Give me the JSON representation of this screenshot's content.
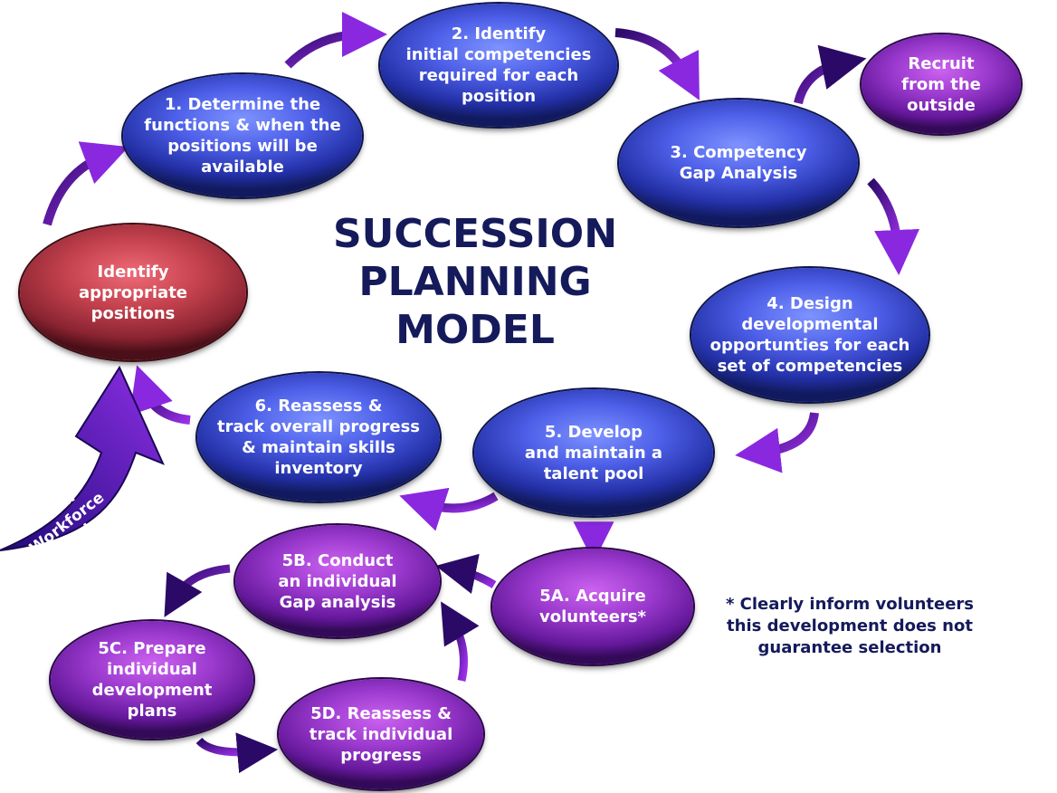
{
  "title": "SUCCESSION\nPLANNING\nMODEL",
  "nodes": {
    "identify_positions": "Identify\nappropriate\npositions",
    "step1": "1. Determine the\nfunctions & when the\npositions will be\navailable",
    "step2": "2. Identify\ninitial competencies\nrequired for each\nposition",
    "recruit": "Recruit\nfrom the\noutside",
    "step3": "3. Competency\nGap Analysis",
    "step4": "4. Design\ndevelopmental\nopportunties for each\nset of competencies",
    "step5": "5. Develop\nand maintain a\ntalent pool",
    "step6": "6. Reassess &\ntrack overall progress\n& maintain skills\ninventory",
    "step5a": "5A. Acquire\nvolunteers*",
    "step5b": "5B. Conduct\nan individual\nGap analysis",
    "step5c": "5C. Prepare\nindividual\ndevelopment\nplans",
    "step5d": "5D. Reassess &\ntrack individual\nprogress"
  },
  "from_workforce": "From\nWorkforce\nPlanning",
  "note": "* Clearly inform volunteers\nthis development does not\nguarantee selection",
  "colors": {
    "title_text": "#141a5a",
    "arrow": "#7a1fd6",
    "arrow_dark": "#2a0a66",
    "blue_node": "#3a4bd0",
    "purple_node": "#8a2ec4",
    "red_node": "#b93745"
  }
}
